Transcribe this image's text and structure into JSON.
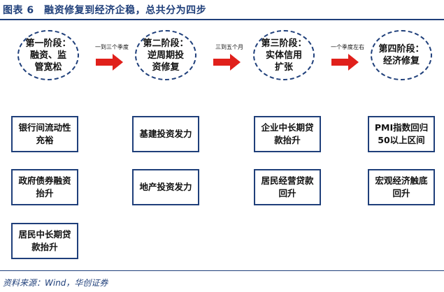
{
  "figure": {
    "title": "图表 6　融资修复到经济企稳，总共分为四步",
    "source": "资料来源：Wind，华创证券"
  },
  "colors": {
    "accent": "#1f3f7a",
    "arrow": "#e0201b"
  },
  "stages": [
    {
      "label": "第一阶段：\n融资、监\n管宽松"
    },
    {
      "label": "第二阶段：\n逆周期投\n资修复"
    },
    {
      "label": "第三阶段：\n实体信用\n扩张"
    },
    {
      "label": "第四阶段：\n经济修复"
    }
  ],
  "arrows": [
    {
      "label": "一到三个季度"
    },
    {
      "label": "三到五个月"
    },
    {
      "label": "一个季度左右"
    }
  ],
  "columns": [
    {
      "items": [
        "银行间流动性\n充裕",
        "政府债券融资\n抬升",
        "居民中长期贷\n款抬升"
      ]
    },
    {
      "items": [
        "基建投资发力",
        "地产投资发力"
      ]
    },
    {
      "items": [
        "企业中长期贷\n款抬升",
        "居民经营贷款\n回升"
      ]
    },
    {
      "items": [
        "PMI指数回归\n50以上区间",
        "宏观经济触底\n回升"
      ]
    }
  ]
}
